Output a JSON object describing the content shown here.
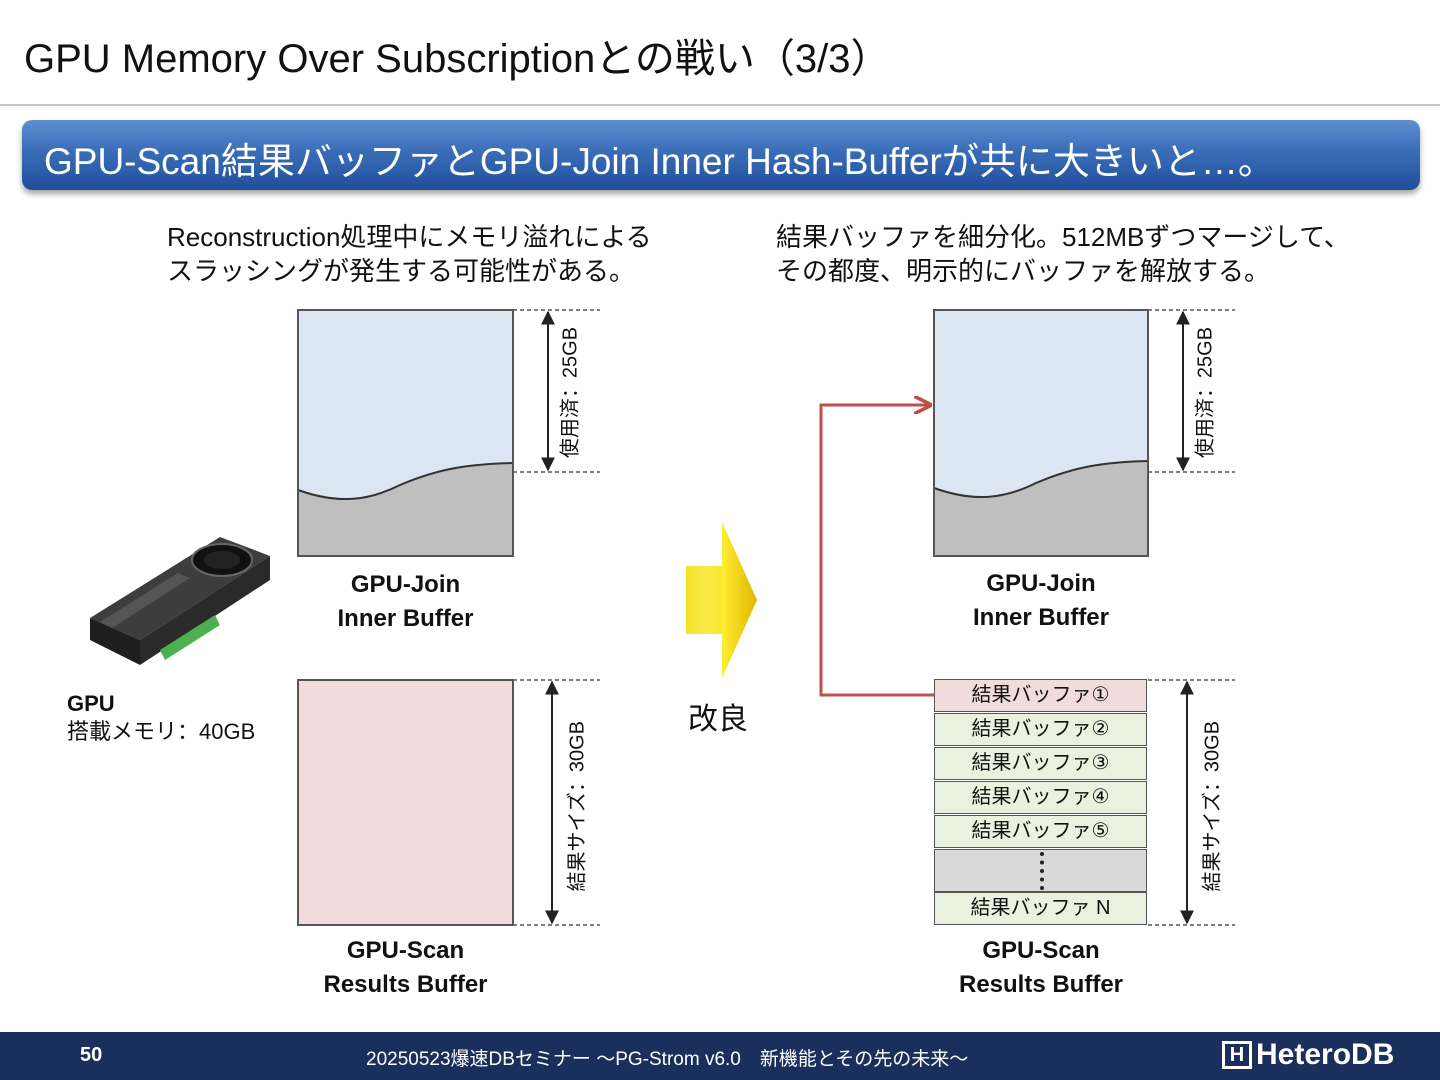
{
  "slide": {
    "title": "GPU Memory Over Subscriptionとの戦い（3/3）",
    "subtitle": "GPU-Scan結果バッファとGPU-Join Inner Hash-Bufferが共に大きいと…。"
  },
  "left_desc": {
    "line1": "Reconstruction処理中にメモリ溢れによる",
    "line2": "スラッシングが発生する可能性がある。"
  },
  "right_desc": {
    "line1": "結果バッファを細分化。512MBずつマージして、",
    "line2": "その都度、明示的にバッファを解放する。"
  },
  "left": {
    "join_label": [
      "GPU-Join",
      "Inner Buffer"
    ],
    "scan_label": [
      "GPU-Scan",
      "Results Buffer"
    ],
    "used_label": "使用済：25GB",
    "size_label": "結果サイズ：30GB"
  },
  "right": {
    "join_label": [
      "GPU-Join",
      "Inner Buffer"
    ],
    "scan_label": [
      "GPU-Scan",
      "Results Buffer"
    ],
    "used_label": "使用済：25GB",
    "size_label": "結果サイズ：30GB",
    "segments": [
      "結果バッファ①",
      "結果バッファ②",
      "結果バッファ③",
      "結果バッファ④",
      "結果バッファ⑤",
      "結果バッファ N"
    ]
  },
  "gpu": {
    "name": "GPU",
    "memory": "搭載メモリ：40GB"
  },
  "arrow_label": "改良",
  "footer": {
    "page": "50",
    "text": "20250523爆速DBセミナー ～PG-Strom v6.0　新機能とその先の未来～",
    "logo_mark": "H",
    "logo": "HeteroDB"
  },
  "colors": {
    "title_bar": "#2f63ad",
    "inner_fill": "#dce6f2",
    "used_fill": "#bfbfbf",
    "scan_fill": "#f2dcdb",
    "segment_fill": "#eaf1de",
    "arrow_red": "#c0504d",
    "footer_bg": "#1b2f5c"
  }
}
